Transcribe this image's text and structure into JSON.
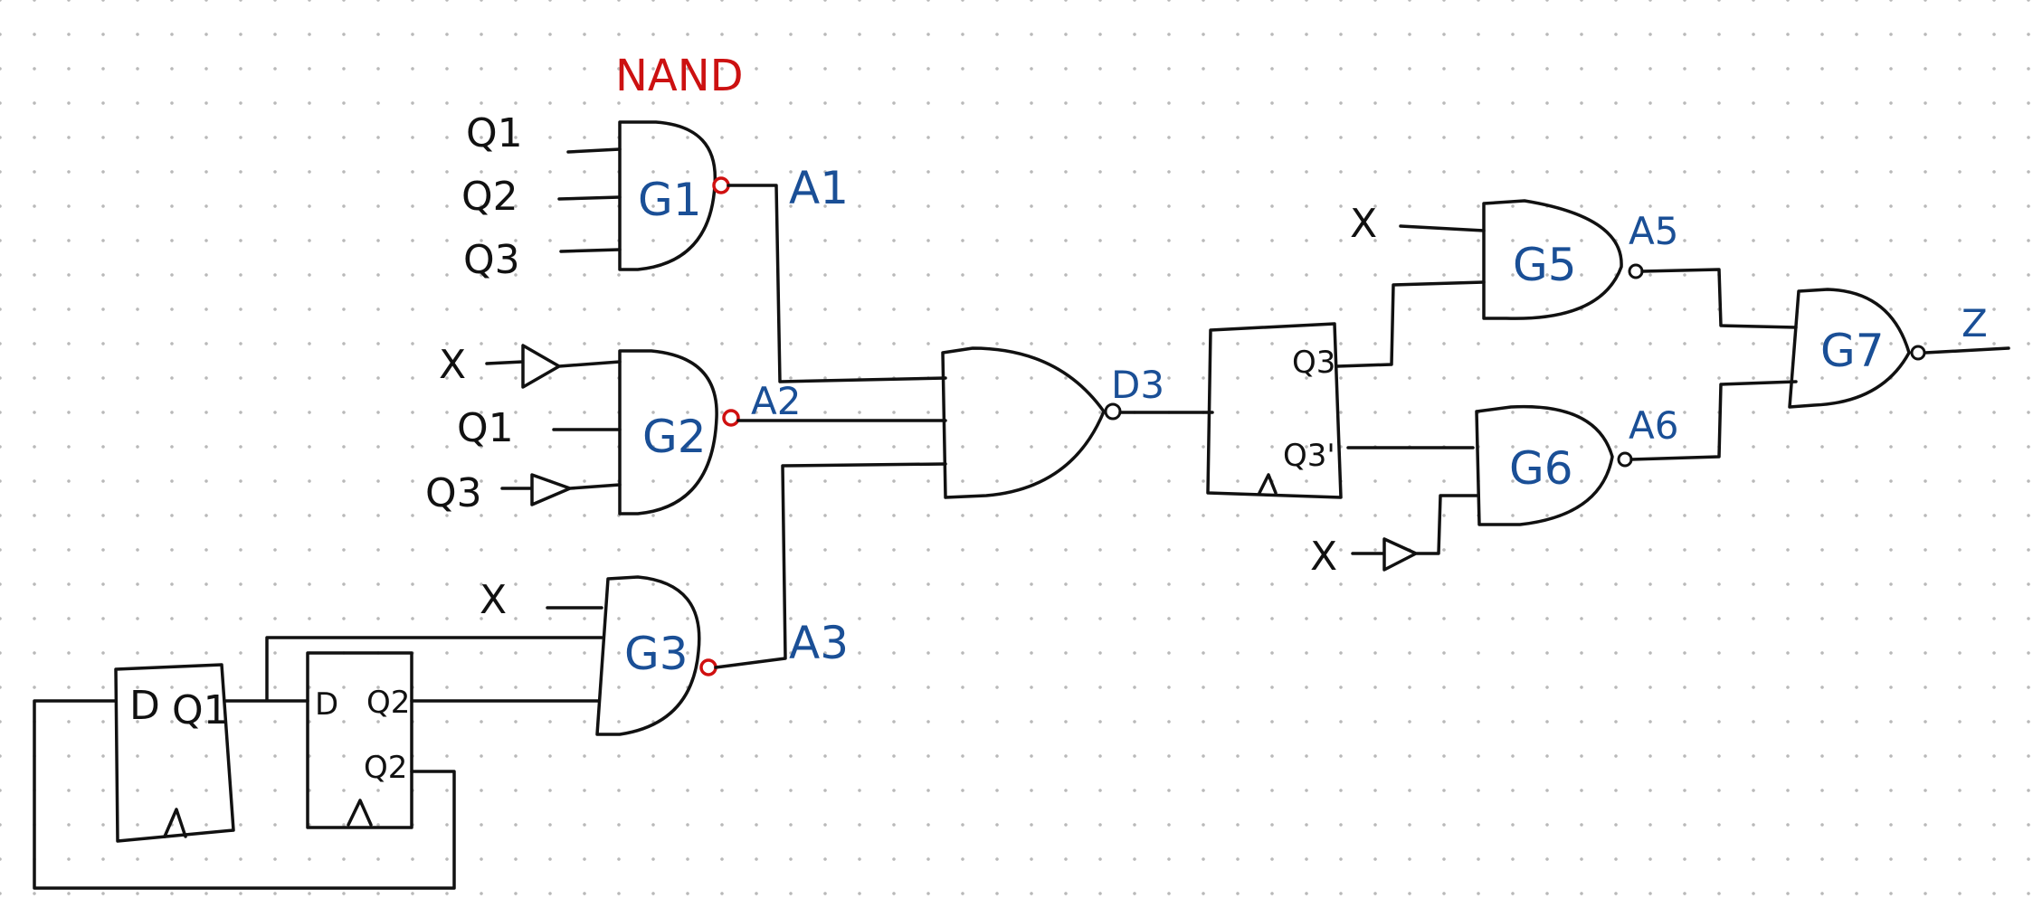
{
  "title": "NAND",
  "gates": {
    "g1": "G1",
    "g2": "G2",
    "g3": "G3",
    "g5": "G5",
    "g6": "G6",
    "g7": "G7"
  },
  "signals": {
    "a1": "A1",
    "a2": "A2",
    "a3": "A3",
    "d3": "D3",
    "a5": "A5",
    "a6": "A6",
    "z": "Z"
  },
  "inputs": {
    "g1_in1": "Q1",
    "g1_in2": "Q2",
    "g1_in3": "Q3",
    "g2_in1": "X",
    "g2_in2": "Q1",
    "g2_in3": "Q3",
    "g3_in1": "X",
    "g5_in1": "X",
    "g6_in1": "X"
  },
  "flipflops": {
    "ff1": {
      "d": "D",
      "q": "Q1"
    },
    "ff2": {
      "d": "D",
      "q": "Q2",
      "qn": "Q2'"
    },
    "ff3": {
      "q": "Q3",
      "qn": "Q3'"
    }
  },
  "colors": {
    "ink": "#111111",
    "label_blue": "#1a4f96",
    "bubble_red": "#d01010"
  }
}
